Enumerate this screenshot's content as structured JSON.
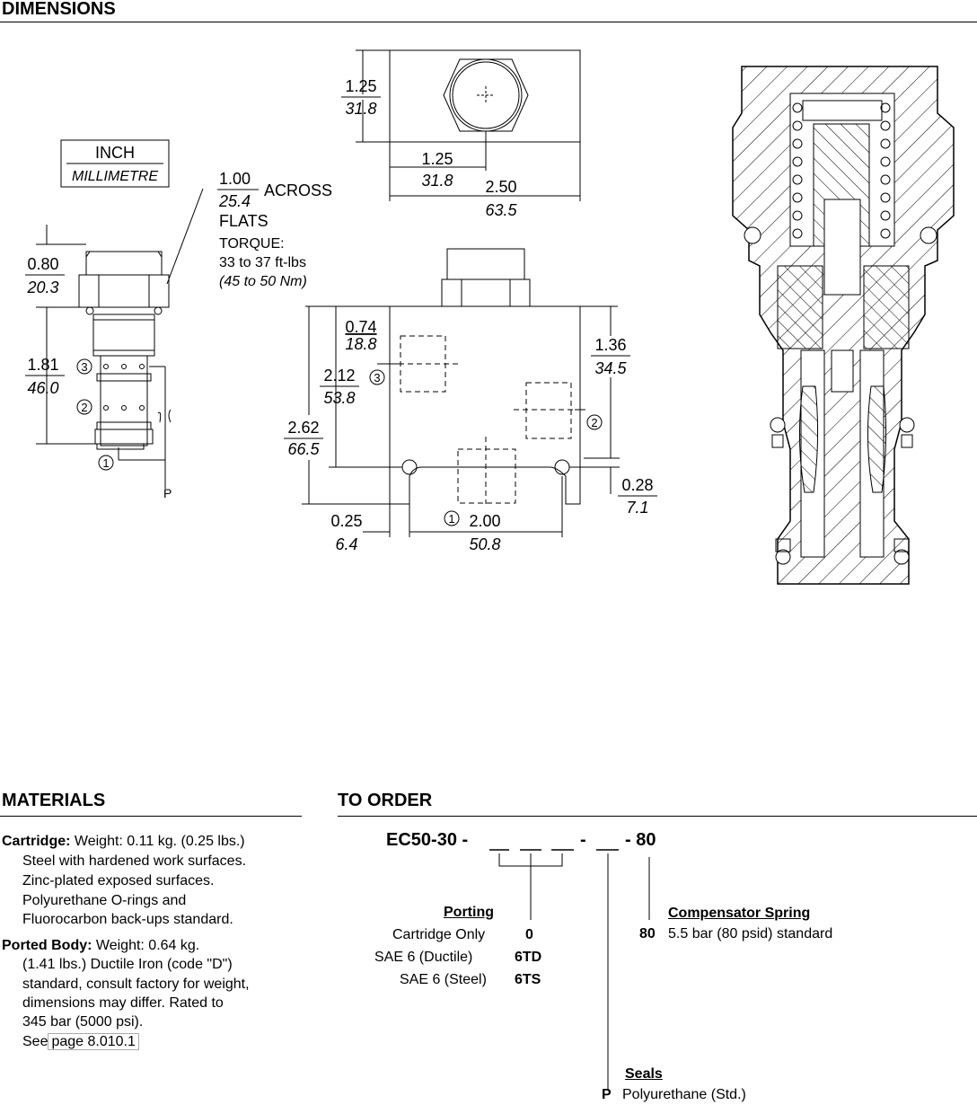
{
  "sections": {
    "dimensions": "DIMENSIONS",
    "materials": "MATERIALS",
    "to_order": "TO ORDER"
  },
  "units_box": {
    "inch": "INCH",
    "mm": "MILLIMETRE"
  },
  "cartridge_view": {
    "across_in": "1.00",
    "across_mm": "25.4",
    "across_label": "ACROSS",
    "flats_label": "FLATS",
    "torque_label": "TORQUE:",
    "torque_ftlbs": "33 to 37 ft-lbs",
    "torque_nm": "(45 to 50 Nm)",
    "hex_in": "0.80",
    "hex_mm": "20.3",
    "length_in": "1.81",
    "length_mm": "46.0",
    "port1": "1",
    "port2": "2",
    "port3": "3",
    "p_label": "P"
  },
  "top_view": {
    "height_in": "1.25",
    "height_mm": "31.8",
    "center_in": "1.25",
    "center_mm": "31.8",
    "width_in": "2.50",
    "width_mm": "63.5"
  },
  "body_view": {
    "p3_top_in": "0.74",
    "p3_top_mm": "18.8",
    "p3_in": "2.12",
    "p3_mm": "53.8",
    "height_in": "2.62",
    "height_mm": "66.5",
    "p2_in": "1.36",
    "p2_mm": "34.5",
    "hole_in": "0.28",
    "hole_mm": "7.1",
    "left_in": "0.25",
    "left_mm": "6.4",
    "holes_in": "2.00",
    "holes_mm": "50.8",
    "port1": "1",
    "port2": "2",
    "port3": "3"
  },
  "materials": {
    "cartridge_label": "Cartridge:",
    "cartridge_lines": [
      "Weight: 0.11 kg. (0.25 lbs.)",
      "Steel with hardened work surfaces.",
      "Zinc-plated exposed surfaces.",
      "Polyurethane O-rings and",
      "Fluorocarbon back-ups standard."
    ],
    "body_label": "Ported Body:",
    "body_lines": [
      "Weight: 0.64 kg.",
      "(1.41 lbs.) Ductile Iron (code \"D\")",
      "standard, consult factory for weight,",
      "dimensions may differ. Rated to",
      "345 bar (5000 psi)."
    ],
    "see_label": "See",
    "see_link": "page 8.010.1"
  },
  "order": {
    "model_prefix": "EC50-30 -",
    "model_dash": "-",
    "model_suffix": "- 80",
    "porting_title": "Porting",
    "porting": [
      {
        "label": "Cartridge Only",
        "code": "0"
      },
      {
        "label": "SAE 6 (Ductile)",
        "code": "6TD"
      },
      {
        "label": "SAE 6 (Steel)",
        "code": "6TS"
      }
    ],
    "spring_title": "Compensator Spring",
    "spring_code": "80",
    "spring_desc": "5.5 bar (80 psid) standard",
    "seals_title": "Seals",
    "seals_code": "P",
    "seals_desc": "Polyurethane (Std.)"
  }
}
